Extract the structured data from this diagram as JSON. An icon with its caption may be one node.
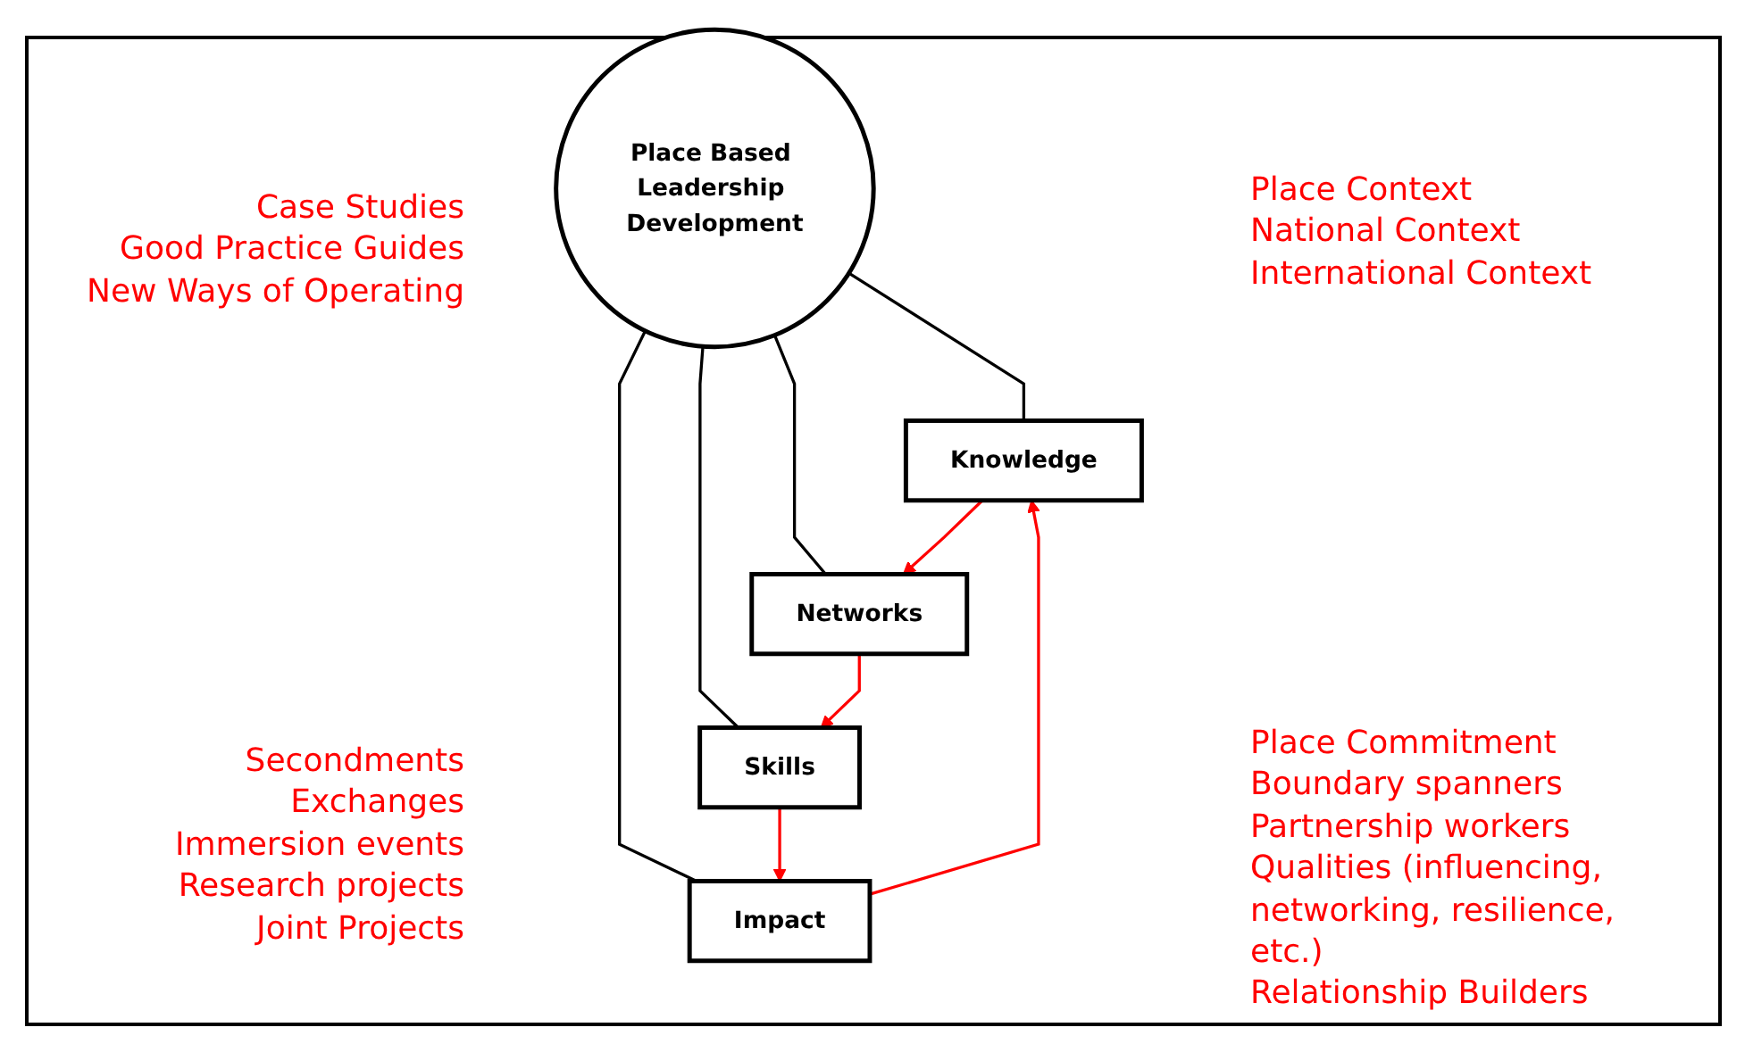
{
  "diagram": {
    "nodes": [
      {
        "text": [
          "Place Based Leadership Development"
        ]
      },
      {
        "text": [
          "Knowledge"
        ]
      },
      {
        "text": [
          "Networks"
        ]
      },
      {
        "text": [
          "Skills"
        ]
      },
      {
        "text": [
          "Impact"
        ]
      }
    ],
    "edges": [
      {
        "from": 0,
        "to": 1,
        "arrow": "none"
      },
      {
        "from": 0,
        "to": 2,
        "arrow": "none"
      },
      {
        "from": 0,
        "to": 3,
        "arrow": "none"
      },
      {
        "from": 0,
        "to": 4,
        "arrow": "none"
      },
      {
        "from": 4,
        "to": 1,
        "arrow": "to",
        "color": "#ff0000"
      },
      {
        "from": 1,
        "to": 2,
        "arrow": "to",
        "color": "#ff0000"
      },
      {
        "from": 2,
        "to": 3,
        "arrow": "to",
        "color": "#ff0000"
      },
      {
        "from": 3,
        "to": 4,
        "arrow": "to",
        "color": "#ff0000"
      }
    ],
    "labels": [
      "Case Studies",
      "Good Practice Guides",
      "New Ways of Operating",
      "Place Context",
      "National Context",
      "International Context",
      "Secondments",
      "Exchanges",
      "Immersion events",
      "Research projects",
      "Joint Projects",
      "Place Commitment",
      "Boundary spanners",
      "Partnership workers",
      "Qualities (influencing, networking, resilience, etc.)",
      "Relationship Builders"
    ]
  }
}
